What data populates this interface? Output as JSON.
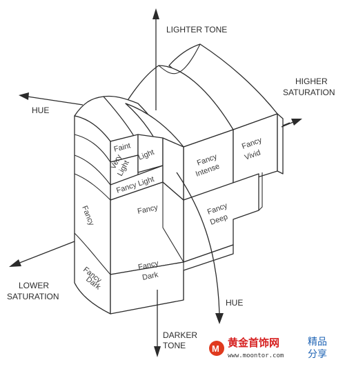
{
  "axes": {
    "lighter_tone": "LIGHTER TONE",
    "darker_tone_line1": "DARKER",
    "darker_tone_line2": "TONE",
    "higher_saturation_line1": "HIGHER",
    "higher_saturation_line2": "SATURATION",
    "lower_saturation_line1": "LOWER",
    "lower_saturation_line2": "SATURATION",
    "hue_left": "HUE",
    "hue_bottom": "HUE"
  },
  "zones": {
    "faint": "Faint",
    "very_light_line1": "Very",
    "very_light_line2": "Light",
    "light": "Light",
    "fancy_light": "Fancy Light",
    "fancy_left": "Fancy",
    "fancy_center": "Fancy",
    "fancy_dark_left_line1": "Fancy",
    "fancy_dark_left_line2": "Dark",
    "fancy_dark_center_line1": "Fancy",
    "fancy_dark_center_line2": "Dark",
    "fancy_intense_line1": "Fancy",
    "fancy_intense_line2": "Intense",
    "fancy_vivid_line1": "Fancy",
    "fancy_vivid_line2": "Vivid",
    "fancy_deep_line1": "Fancy",
    "fancy_deep_line2": "Deep"
  },
  "watermark": {
    "logo_letter": "M",
    "site_name": "黄金首饰网",
    "url": "www.moontor.com",
    "side_line1": "精品",
    "side_line2": "分享"
  },
  "colors": {
    "line": "#2b2b2b",
    "watermark_red": "#d62020",
    "watermark_blue": "#1e63b4"
  }
}
